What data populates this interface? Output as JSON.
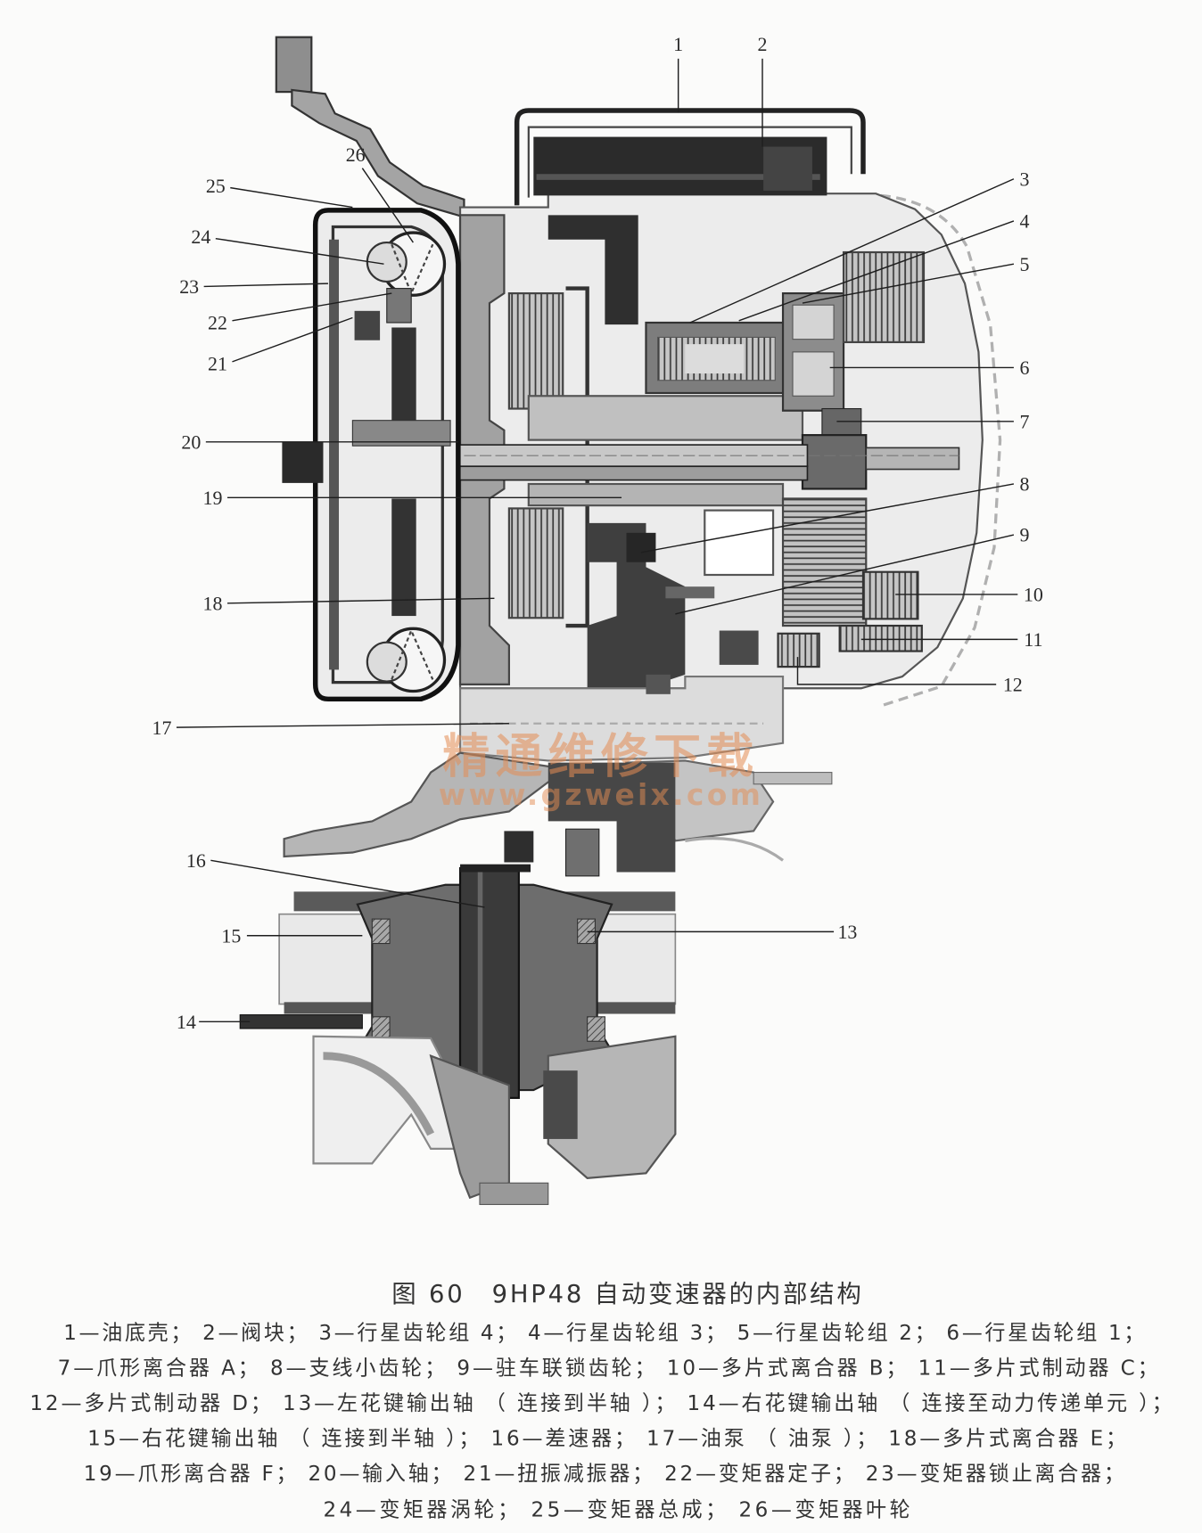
{
  "figure": {
    "callouts": [
      "1",
      "2",
      "3",
      "4",
      "5",
      "6",
      "7",
      "8",
      "9",
      "10",
      "11",
      "12",
      "13",
      "14",
      "15",
      "16",
      "17",
      "18",
      "19",
      "20",
      "21",
      "22",
      "23",
      "24",
      "25",
      "26"
    ],
    "watermark": {
      "name": "精通维修下载",
      "url": "www.gzweix.com"
    },
    "caption": {
      "title": "图 60　9HP48 自动变速器的内部结构",
      "legend_lines": [
        "1—油底壳； 2—阀块； 3—行星齿轮组 4； 4—行星齿轮组 3； 5—行星齿轮组 2； 6—行星齿轮组 1；",
        "7—爪形离合器 A； 8—支线小齿轮； 9—驻车联锁齿轮； 10—多片式离合器 B； 11—多片式制动器 C；",
        "12—多片式制动器 D； 13—左花键输出轴 （ 连接到半轴 ）； 14—右花键输出轴 （ 连接至动力传递单元 ）；",
        "15—右花键输出轴 （ 连接到半轴 ）； 16—差速器； 17—油泵 （ 油泵 ）； 18—多片式离合器 E；",
        "19—爪形离合器 F； 20—输入轴； 21—扭振减振器； 22—变矩器定子； 23—变矩器锁止离合器；",
        "24—变矩器涡轮； 25—变矩器总成； 26—变矩器叶轮"
      ]
    }
  },
  "colors": {
    "watermark": "#e58d54",
    "ink": "#333333"
  }
}
